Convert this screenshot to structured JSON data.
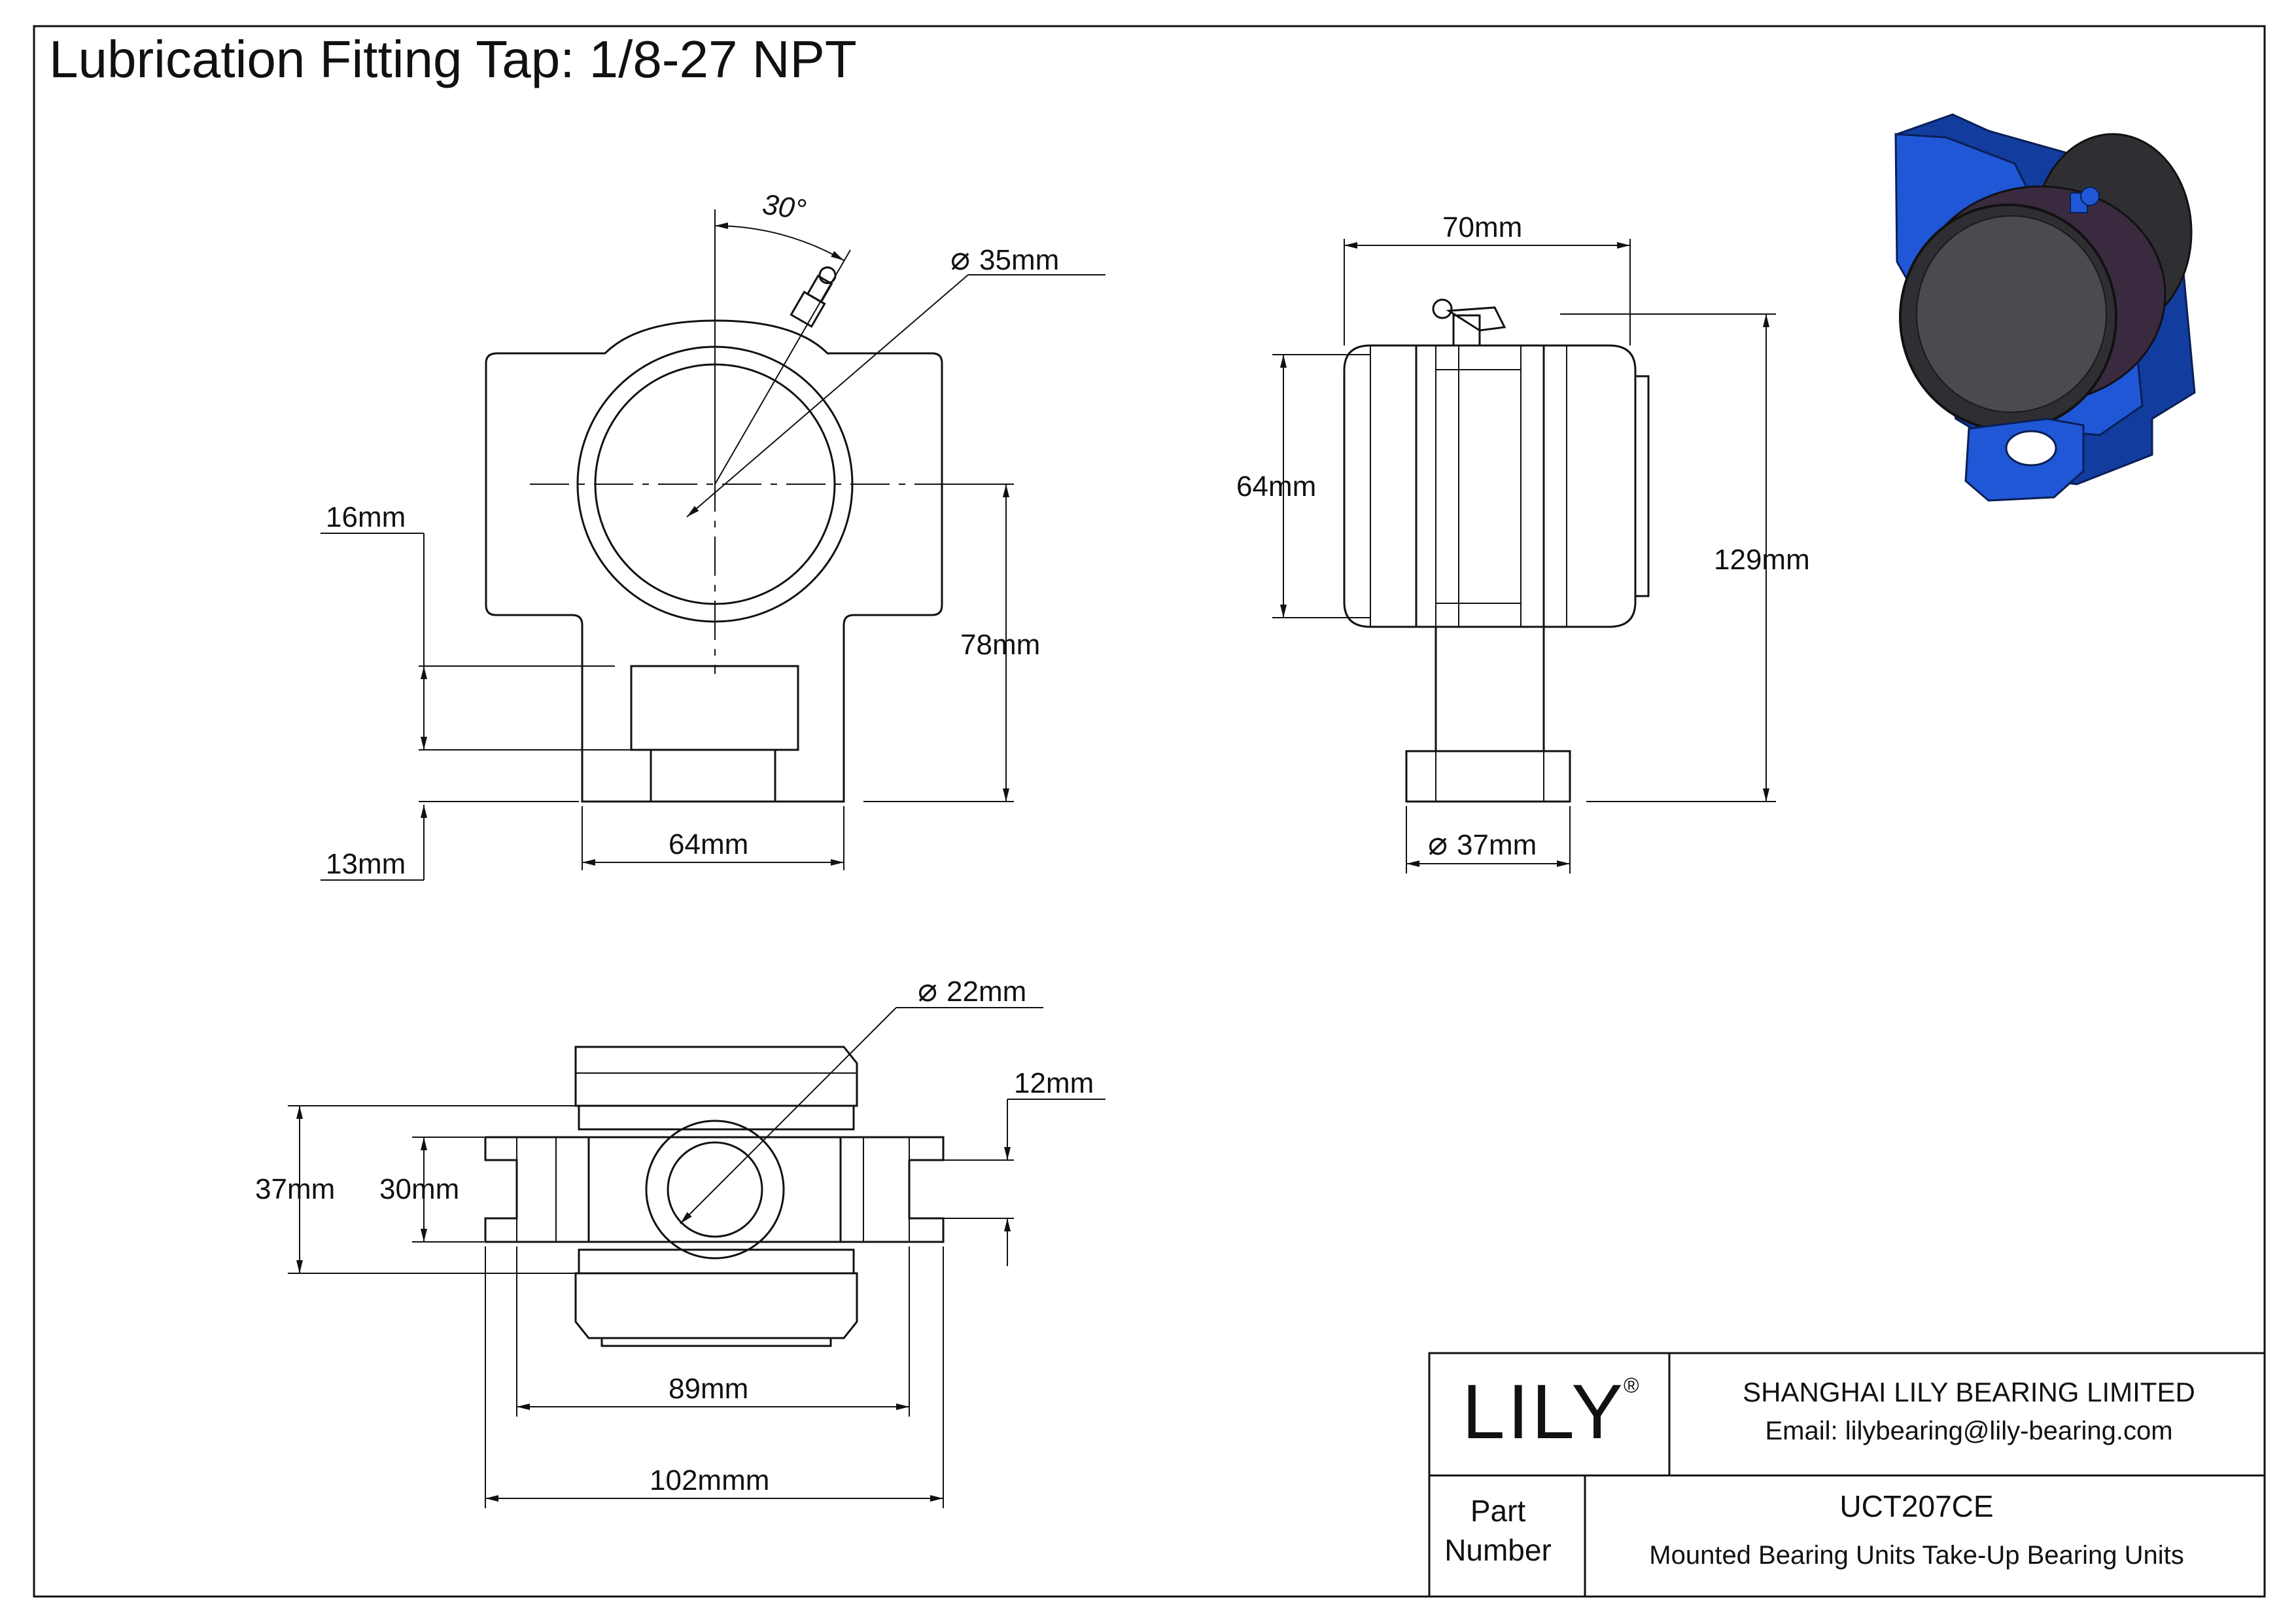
{
  "title": "Lubrication Fitting Tap: 1/8-27 NPT",
  "front_view": {
    "angle": "30°",
    "bore_diameter": "35mm",
    "dim_16": "16mm",
    "dim_13": "13mm",
    "dim_64": "64mm",
    "dim_78": "78mm"
  },
  "side_view": {
    "dim_70": "70mm",
    "dim_64": "64mm",
    "dim_129": "129mm",
    "dim_37": "37mm"
  },
  "bottom_view": {
    "dim_22": "22mm",
    "dim_12": "12mm",
    "dim_37": "37mm",
    "dim_30": "30mm",
    "dim_89": "89mm",
    "dim_102": "102mmm"
  },
  "diameter_symbol": "⌀",
  "title_block": {
    "logo": "LILY",
    "logo_mark": "®",
    "company": "SHANGHAI LILY BEARING LIMITED",
    "email": "Email: lilybearing@lily-bearing.com",
    "part_label_line1": "Part",
    "part_label_line2": "Number",
    "part_number": "UCT207CE",
    "description": "Mounted Bearing Units Take-Up Bearing Units"
  },
  "colors": {
    "housing_blue": "#1f57d6",
    "housing_blue_dark": "#123c9e",
    "insert_dark": "#2f2f33"
  },
  "icons": [
    "bearing-render-icon"
  ]
}
